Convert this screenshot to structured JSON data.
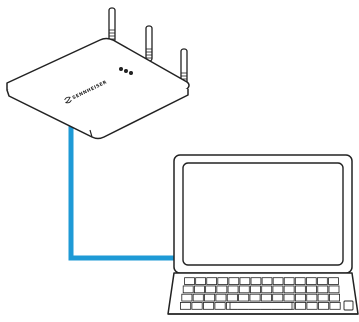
{
  "diagram": {
    "router": {
      "brand": "SENNHEISER",
      "antenna_count": 3,
      "led_count": 3
    },
    "cable": {
      "color": "#1e9ad6"
    },
    "laptop": {
      "keyboard_rows": 4
    },
    "colors": {
      "outline": "#222222",
      "fill": "#ffffff",
      "cable": "#1e9ad6"
    }
  }
}
